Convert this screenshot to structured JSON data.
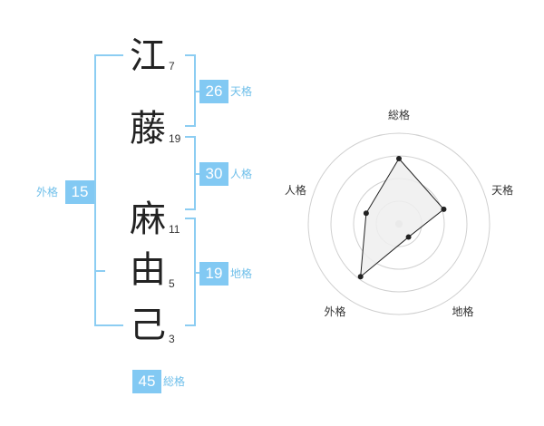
{
  "name": {
    "surname": [
      {
        "char": "江",
        "strokes": "7"
      },
      {
        "char": "藤",
        "strokes": "19"
      }
    ],
    "given": [
      {
        "char": "麻",
        "strokes": "11"
      },
      {
        "char": "由",
        "strokes": "5"
      },
      {
        "char": "己",
        "strokes": "3"
      }
    ]
  },
  "kaku": {
    "tenkaku": {
      "value": "26",
      "label": "天格"
    },
    "jinkaku": {
      "value": "30",
      "label": "人格"
    },
    "chikaku": {
      "value": "19",
      "label": "地格"
    },
    "gaikaku": {
      "value": "15",
      "label": "外格"
    },
    "soukaku": {
      "value": "45",
      "label": "総格"
    }
  },
  "colors": {
    "accent": "#82c9f3",
    "accent_text": "#6fbfea",
    "radar_fill": "#eeeeee"
  },
  "chart_data": {
    "type": "radar",
    "axes": [
      "総格",
      "天格",
      "地格",
      "外格",
      "人格"
    ],
    "values": [
      0.72,
      0.52,
      0.18,
      0.72,
      0.38
    ],
    "rings": 4,
    "range": [
      0,
      1
    ]
  }
}
